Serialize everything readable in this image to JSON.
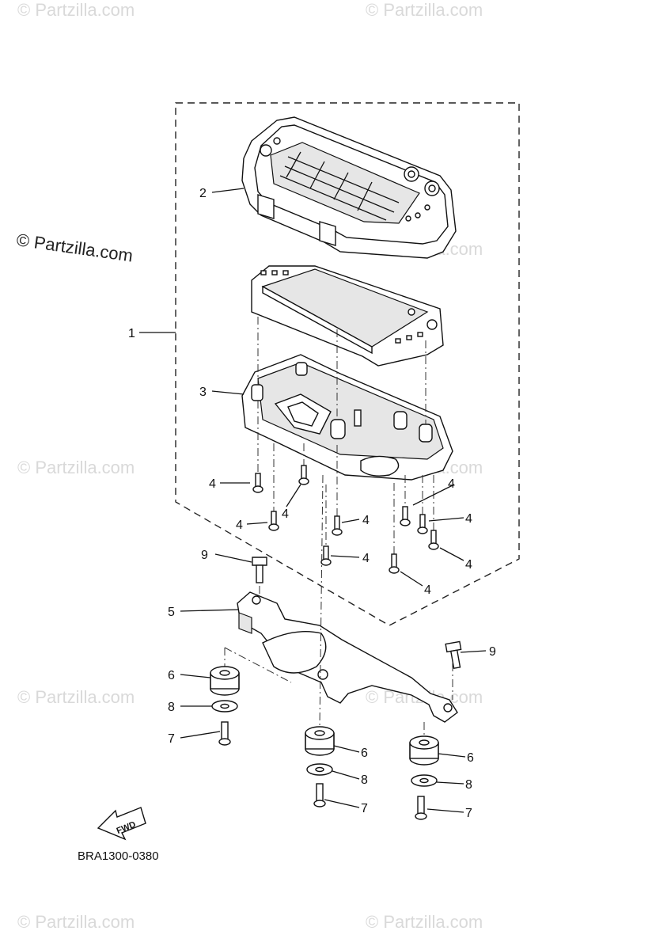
{
  "watermarks": {
    "main": "© Partzilla.com",
    "faint": "© Partzilla.com"
  },
  "callouts": {
    "c1": "1",
    "c2": "2",
    "c3": "3",
    "c4": "4",
    "c5": "5",
    "c6": "6",
    "c7": "7",
    "c8": "8",
    "c9": "9"
  },
  "fwd_label": "FWD",
  "diagram_code": "BRA1300-0380"
}
